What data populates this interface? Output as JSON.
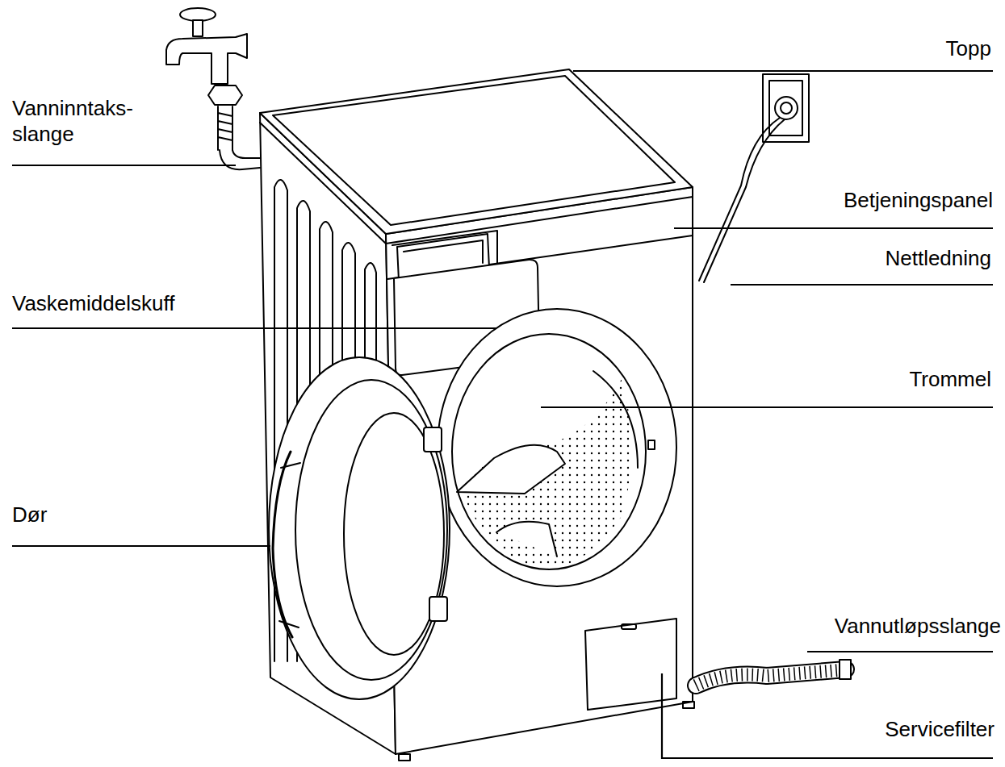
{
  "diagram": {
    "labels": [
      "Topp",
      "Vanninntaks- slange",
      "Betjeningspanel",
      "Nettledning",
      "Vaskemiddelskuff",
      "Trommel",
      "Dør",
      "Vannutløpsslange",
      "Servicefilter"
    ]
  }
}
